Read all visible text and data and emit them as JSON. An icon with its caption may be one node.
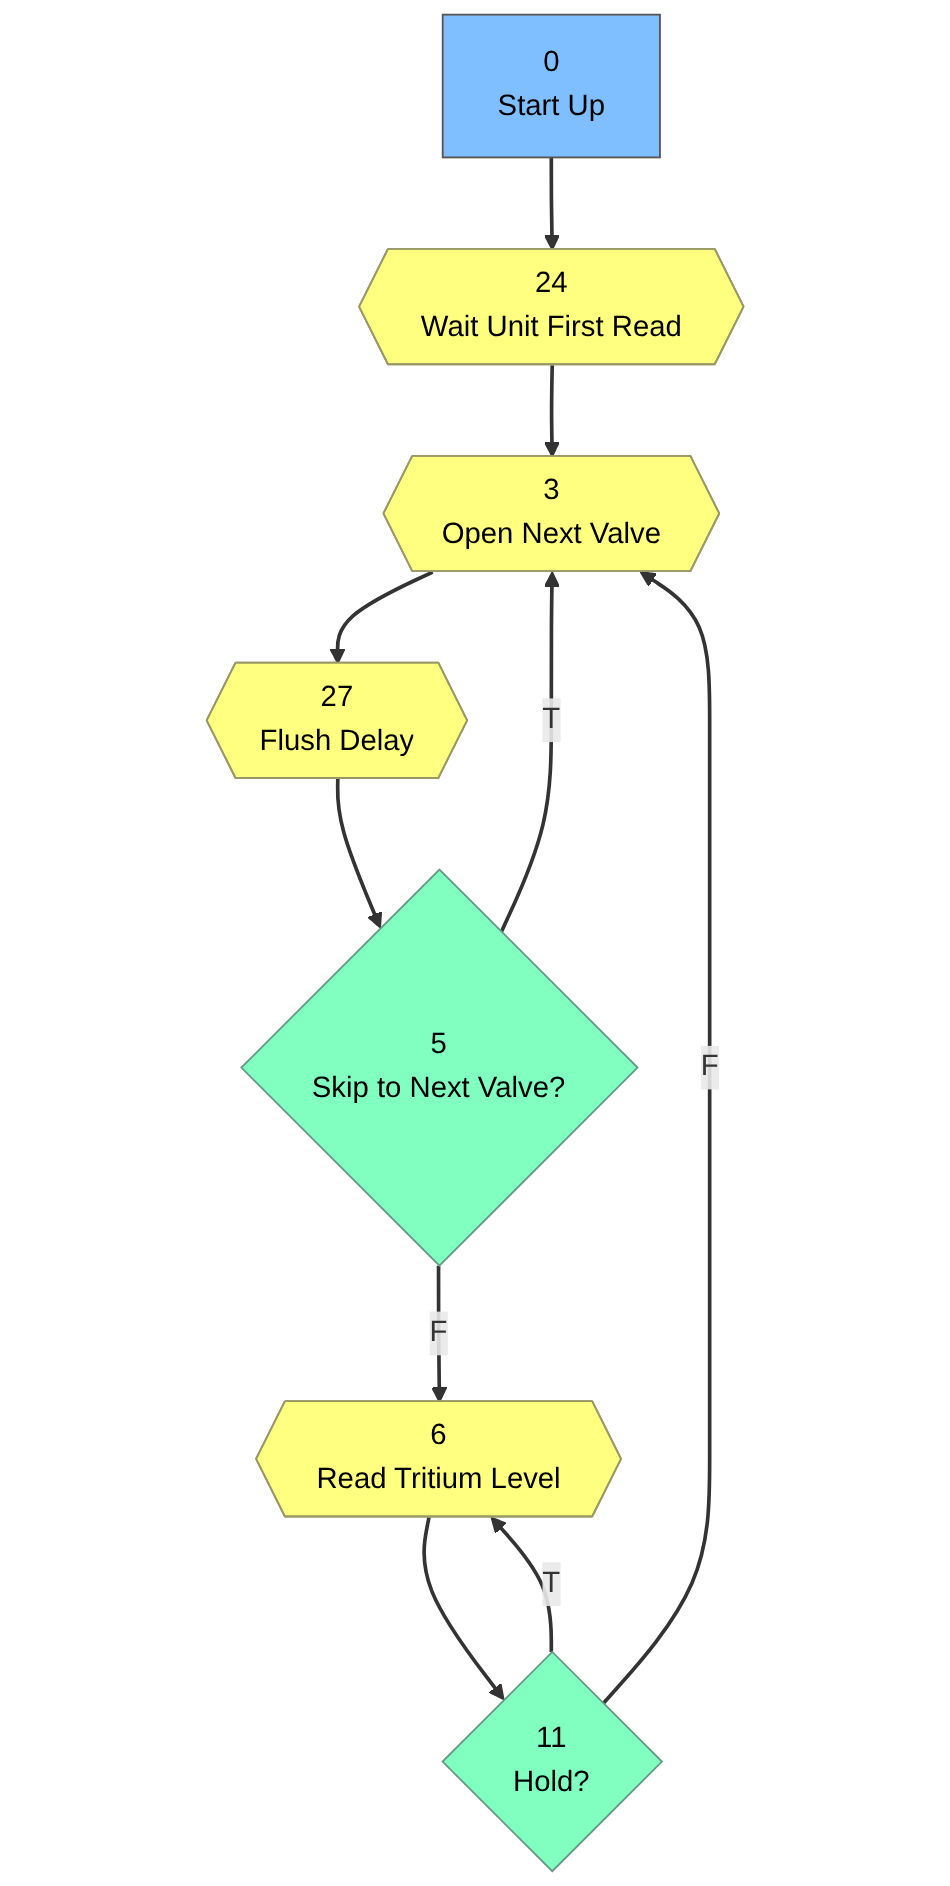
{
  "diagram": {
    "nodes": [
      {
        "text": [
          "0",
          "Start Up"
        ]
      },
      {
        "text": [
          "24",
          "Wait Unit First Read"
        ]
      },
      {
        "text": [
          "3",
          "Open Next Valve"
        ]
      },
      {
        "text": [
          "27",
          "Flush Delay"
        ]
      },
      {
        "text": [
          "5",
          "Skip to Next Valve?"
        ]
      },
      {
        "text": [
          "6",
          "Read Tritium Level"
        ]
      },
      {
        "text": [
          "11",
          "Hold?"
        ]
      }
    ],
    "edges": [
      {
        "from": 0,
        "to": 1,
        "arrow": "to"
      },
      {
        "from": 1,
        "to": 2,
        "arrow": "to"
      },
      {
        "from": 2,
        "to": 3,
        "arrow": "to"
      },
      {
        "from": 3,
        "to": 4,
        "arrow": "to"
      },
      {
        "from": 4,
        "to": 2,
        "label": "T",
        "arrow": "to"
      },
      {
        "from": 4,
        "to": 5,
        "label": "F",
        "arrow": "to"
      },
      {
        "from": 5,
        "to": 6,
        "arrow": "to"
      },
      {
        "from": 6,
        "to": 5,
        "label": "T",
        "arrow": "to"
      },
      {
        "from": 6,
        "to": 2,
        "label": "F",
        "arrow": "to"
      }
    ]
  }
}
